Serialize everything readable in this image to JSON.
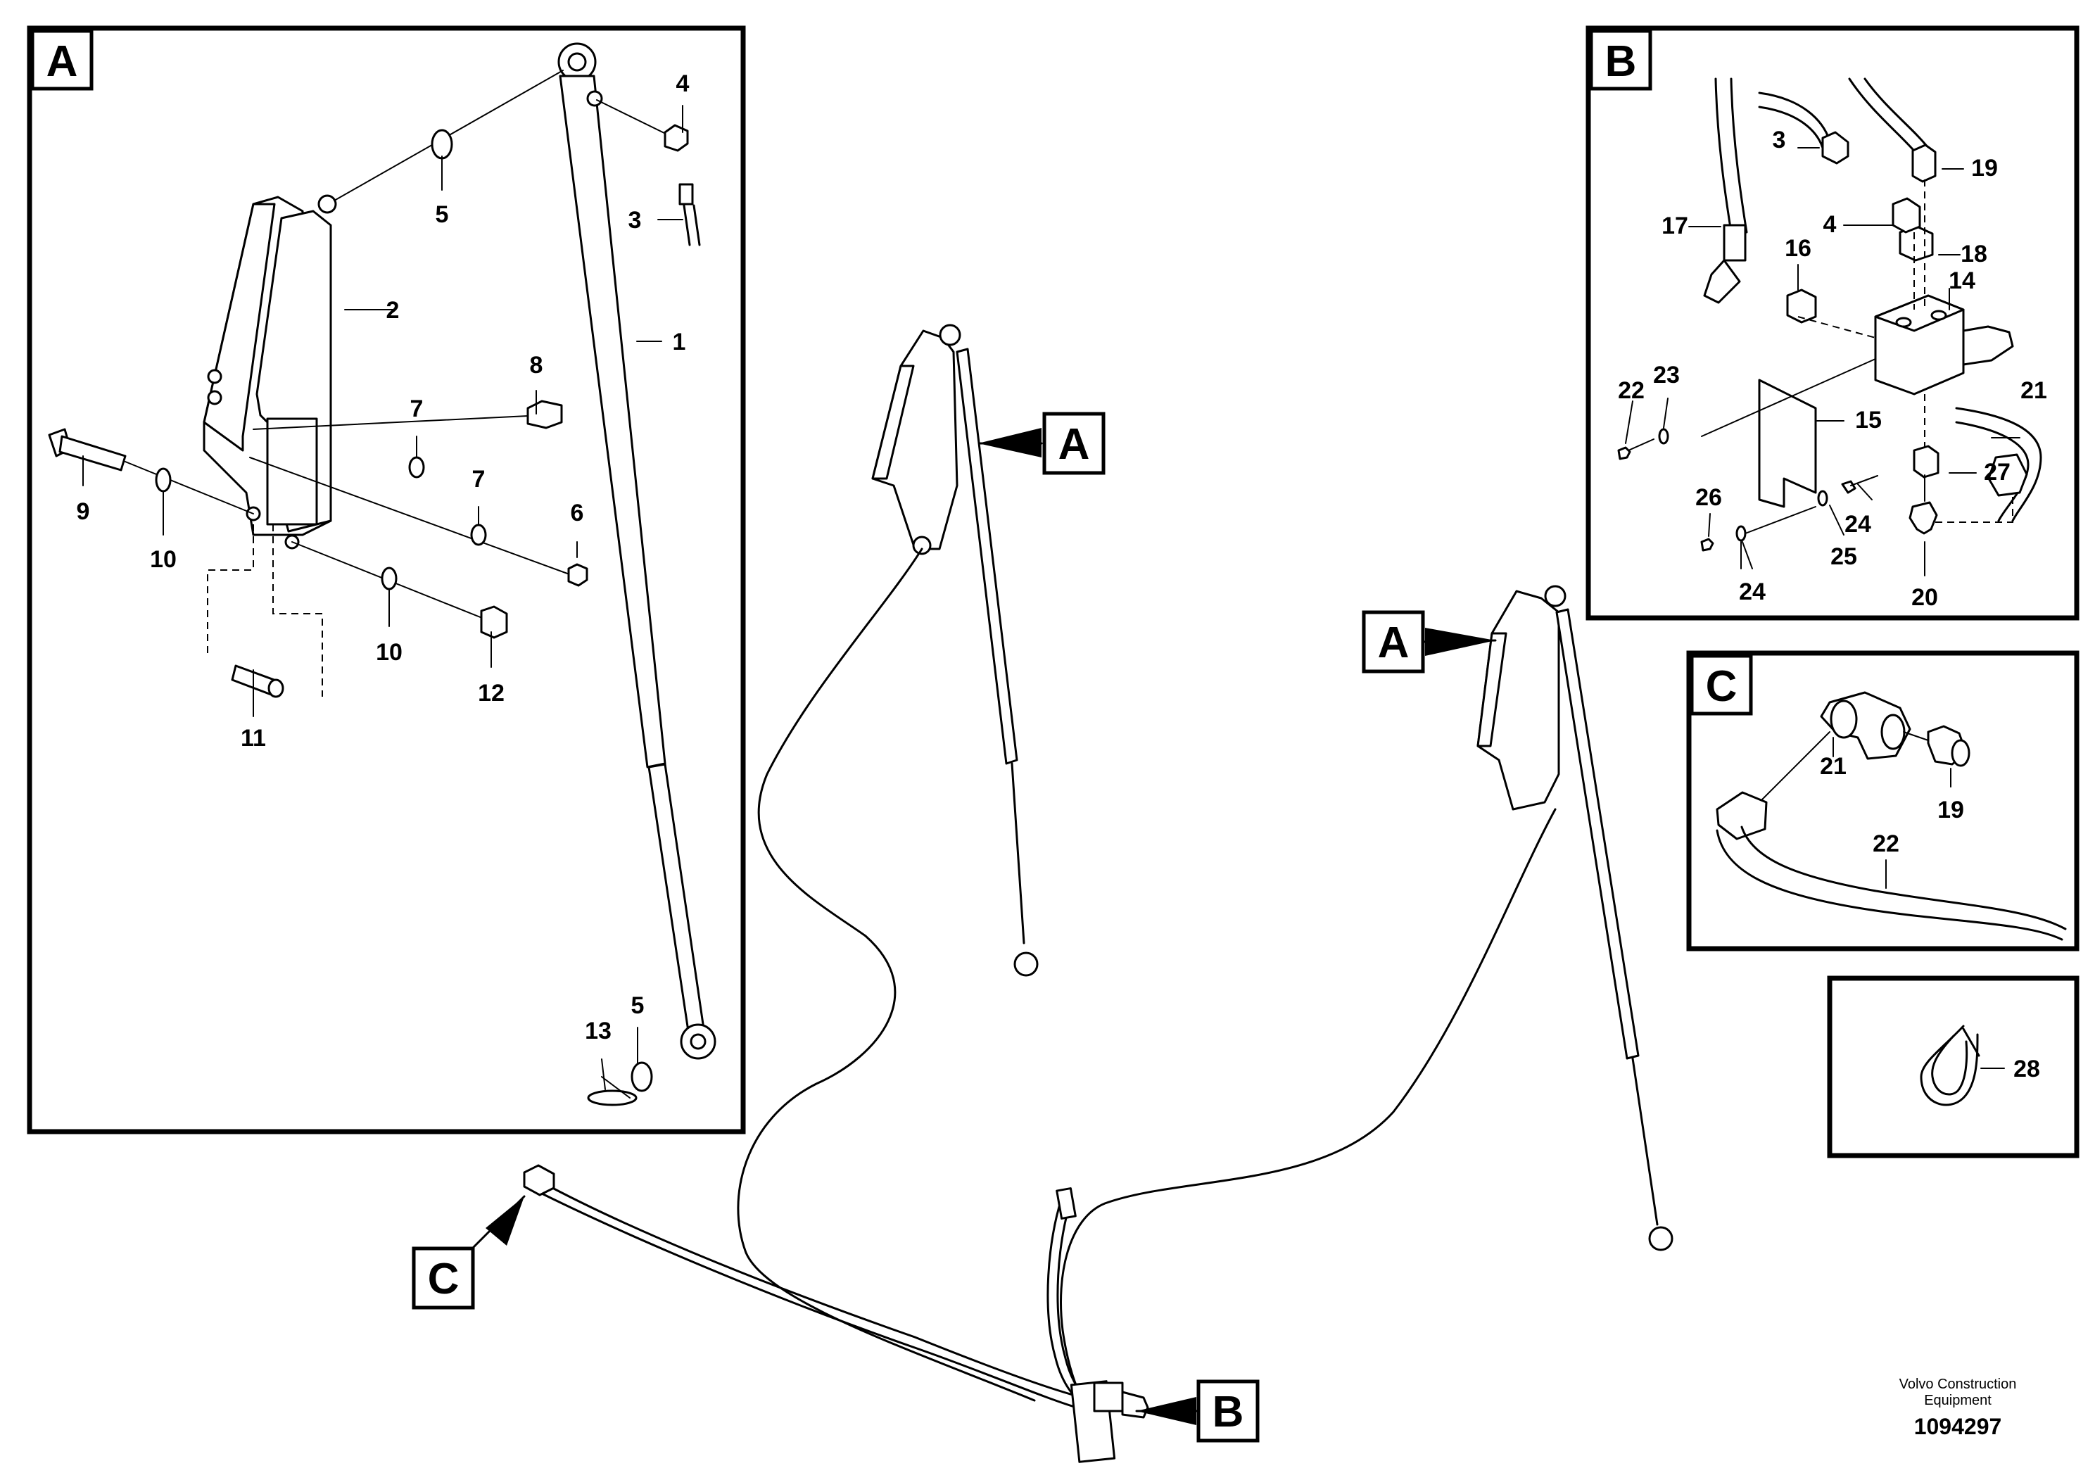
{
  "callouts": {
    "view_a": "A",
    "view_b": "B",
    "view_c": "C"
  },
  "panel_a": {
    "items": [
      "1",
      "2",
      "3",
      "4",
      "5",
      "5",
      "6",
      "7",
      "7",
      "8",
      "9",
      "10",
      "10",
      "11",
      "12",
      "13"
    ]
  },
  "panel_b": {
    "items": [
      "3",
      "4",
      "14",
      "15",
      "16",
      "17",
      "18",
      "19",
      "20",
      "21",
      "22",
      "23",
      "24",
      "24",
      "25",
      "26",
      "27"
    ]
  },
  "panel_c": {
    "items": [
      "19",
      "21",
      "22"
    ]
  },
  "panel_d": {
    "items": [
      "28"
    ]
  },
  "footer": {
    "brand_line1": "Volvo Construction",
    "brand_line2": "Equipment",
    "drawing_number": "1094297"
  }
}
